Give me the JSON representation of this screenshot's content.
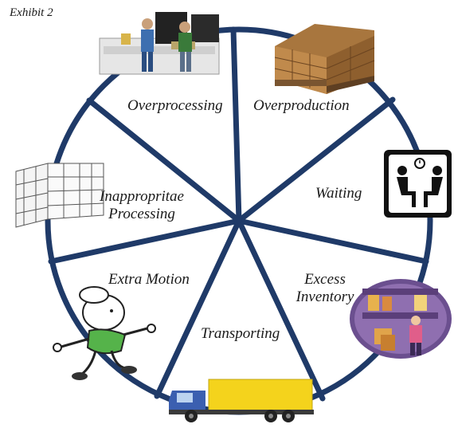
{
  "exhibit_title": "Exhibit 2",
  "segments": [
    {
      "label": "Overproduction",
      "icon": "pallet-boxes-icon"
    },
    {
      "label": "Waiting",
      "icon": "waiting-room-icon"
    },
    {
      "label": "Excess Inventory",
      "icon": "warehouse-worker-icon"
    },
    {
      "label": "Transporting",
      "icon": "truck-icon"
    },
    {
      "label": "Extra Motion",
      "icon": "running-man-icon"
    },
    {
      "label": "Inappropritae Processing",
      "icon": "shelving-sketch-icon"
    },
    {
      "label": "Overprocessing",
      "icon": "factory-workers-icon"
    }
  ],
  "labels": {
    "overproduction": "Overproduction",
    "waiting": "Waiting",
    "excess_line1": "Excess",
    "excess_line2": "Inventory",
    "transporting": "Transporting",
    "extra_motion": "Extra Motion",
    "inappropriate_line1": "Inappropritae",
    "inappropriate_line2": "Processing",
    "overprocessing": "Overprocessing"
  },
  "colors": {
    "wheel_stroke": "#1f3a68",
    "label_text": "#1a1a1a"
  }
}
